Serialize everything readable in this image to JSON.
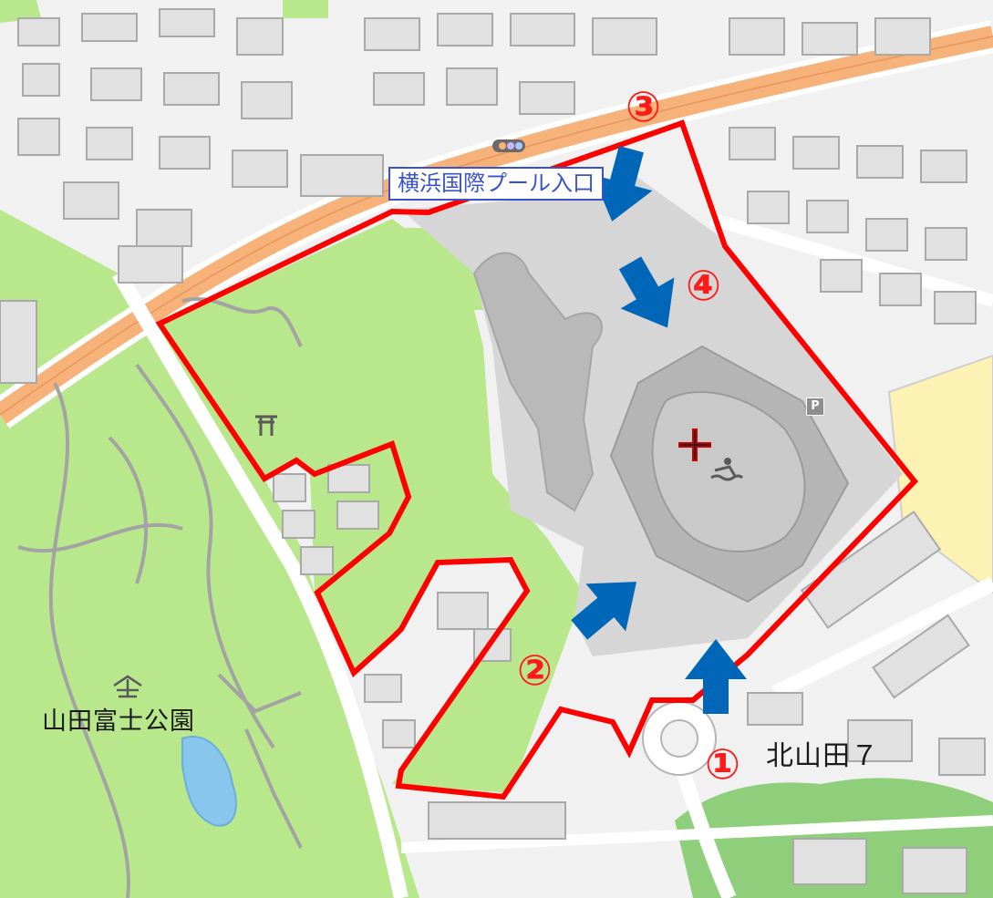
{
  "map": {
    "station_label": "横浜国際プール入口",
    "park_label": "山田富士公園",
    "district_label": "北山田７",
    "parking_symbol": "P",
    "entrances": [
      {
        "number": "①",
        "label": "entrance-1"
      },
      {
        "number": "②",
        "label": "entrance-2"
      },
      {
        "number": "③",
        "label": "entrance-3"
      },
      {
        "number": "④",
        "label": "entrance-4"
      }
    ],
    "icons": [
      "shrine-icon",
      "park-icon",
      "pool-icon",
      "parking-icon",
      "bus-stop-icon",
      "red-cross-marker-icon"
    ],
    "colors": {
      "boundary": "#ff0000",
      "arrow": "#0066b8",
      "park": "#b9e78c",
      "road": "#f7b27a",
      "pool_area": "#d6d6d6",
      "water": "#88c6ee",
      "label_number": "#ff1a1a"
    }
  }
}
